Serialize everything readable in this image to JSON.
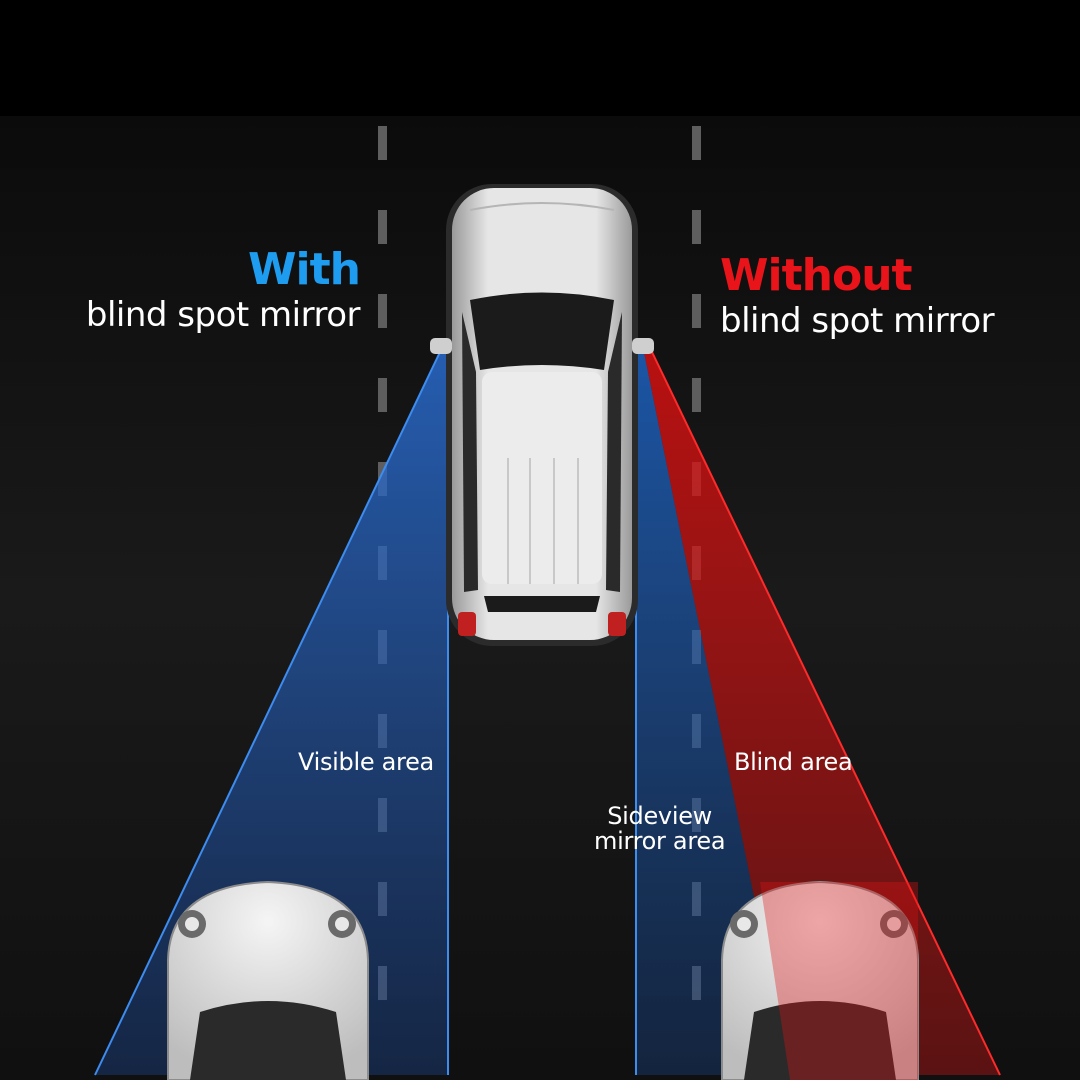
{
  "left_heading": {
    "accent": "With",
    "sub": "blind spot mirror",
    "accent_color": "#1e9cf0"
  },
  "right_heading": {
    "accent": "Without",
    "sub": "blind spot mirror",
    "accent_color": "#e8141a"
  },
  "area_labels": {
    "visible": "Visible area",
    "blind": "Blind area",
    "sideview_line1": "Sideview",
    "sideview_line2": "mirror area"
  },
  "colors": {
    "background": "#000000",
    "road": "#151515",
    "lane_marking": "#5a5a5a",
    "visible_beam": "#1f6fd6",
    "blind_beam": "#e01010",
    "car_body": "#d9d9d9"
  }
}
